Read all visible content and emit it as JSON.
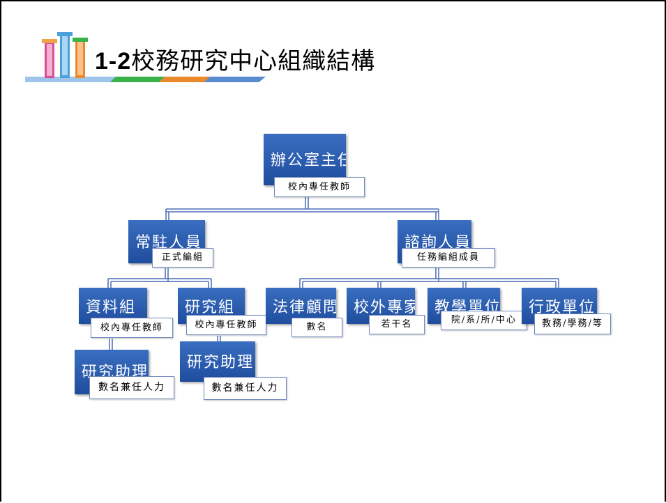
{
  "slide": {
    "title_number": "1-2",
    "title_text": "校務研究中心組織結構"
  },
  "colors": {
    "node_fill": "#2b5cad",
    "connector": "#4a69b5",
    "logo_pink": "#d94d93",
    "logo_blue": "#4aa0d8",
    "logo_orange": "#e98a2c",
    "logo_green": "#3ab24a"
  },
  "org_chart": {
    "director": {
      "name": "辦公室主任",
      "role": "校內專任教師"
    },
    "resident": {
      "name": "常駐人員",
      "role": "正式編組"
    },
    "consult": {
      "name": "諮詢人員",
      "role": "任務編組成員"
    },
    "data_group": {
      "name": "資料組",
      "role": "校內專任教師"
    },
    "research_group": {
      "name": "研究組",
      "role": "校內專任教師"
    },
    "data_assistant": {
      "name": "研究助理",
      "role": "數名兼任人力"
    },
    "research_assistant": {
      "name": "研究助理",
      "role": "數名兼任人力"
    },
    "legal": {
      "name": "法律顧問",
      "role": "數名"
    },
    "external": {
      "name": "校外專家",
      "role": "若干名"
    },
    "teaching": {
      "name": "教學單位",
      "role": "院/系/所/中心"
    },
    "admin": {
      "name": "行政單位",
      "role": "教務/學務/等"
    }
  }
}
